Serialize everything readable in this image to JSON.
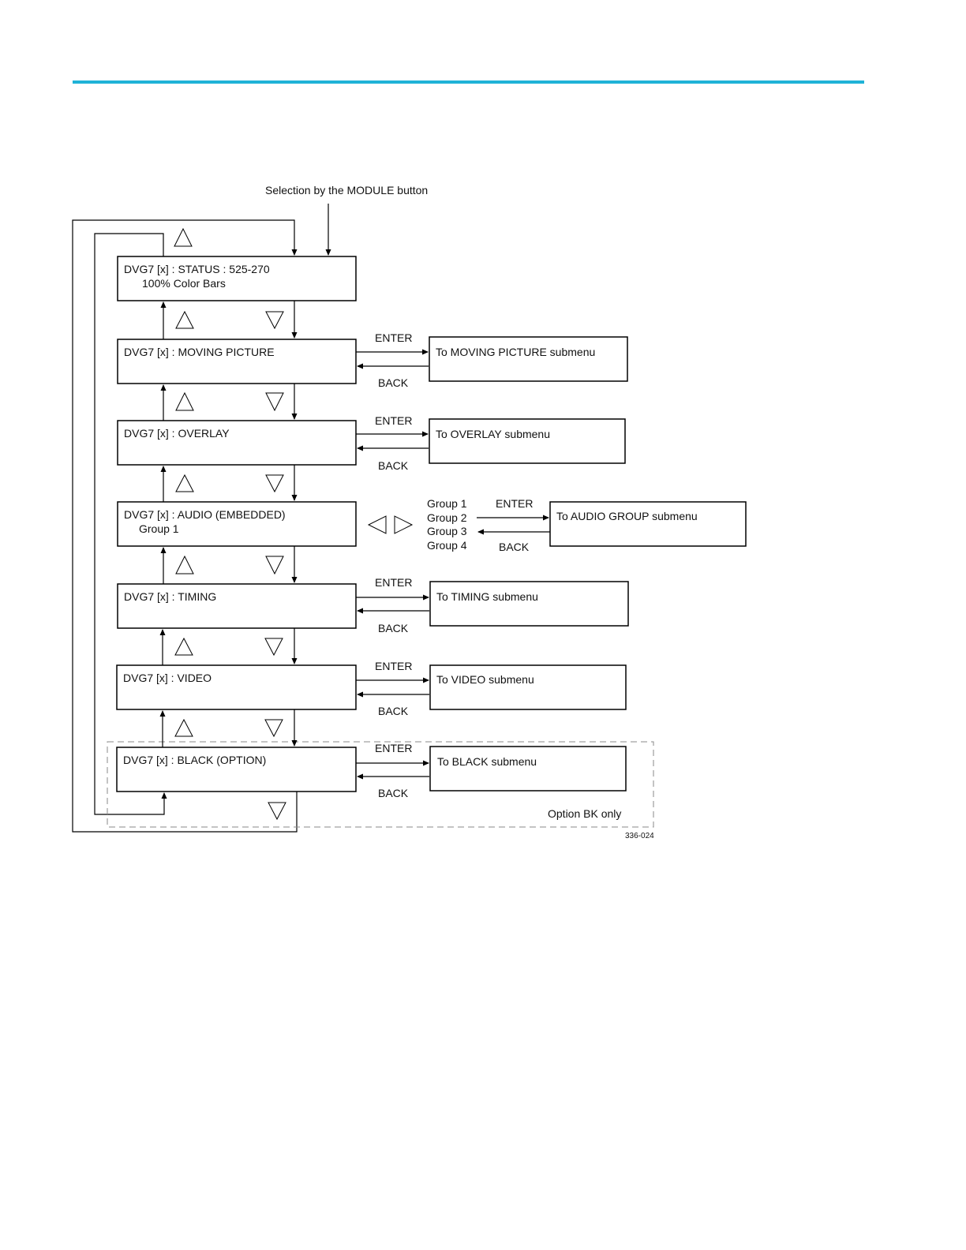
{
  "header": {
    "rule_color": "#1fb2d7"
  },
  "diagram": {
    "entry_label": "Selection by the MODULE button",
    "menu_items": [
      {
        "line1": "DVG7 [x] : STATUS : 525-270",
        "line2": "100% Color Bars"
      },
      {
        "line1": "DVG7 [x] : MOVING PICTURE",
        "line2": ""
      },
      {
        "line1": "DVG7 [x] : OVERLAY",
        "line2": ""
      },
      {
        "line1": "DVG7 [x] : AUDIO (EMBEDDED)",
        "line2": "Group 1"
      },
      {
        "line1": "DVG7 [x] : TIMING",
        "line2": ""
      },
      {
        "line1": "DVG7 [x] : VIDEO",
        "line2": ""
      },
      {
        "line1": "DVG7 [x] : BLACK (OPTION)",
        "line2": ""
      }
    ],
    "submenus": [
      {
        "label": "To MOVING PICTURE submenu",
        "enter": "ENTER",
        "back": "BACK"
      },
      {
        "label": "To OVERLAY submenu",
        "enter": "ENTER",
        "back": "BACK"
      },
      {
        "label": "To AUDIO GROUP submenu",
        "enter": "ENTER",
        "back": "BACK"
      },
      {
        "label": "To TIMING submenu",
        "enter": "ENTER",
        "back": "BACK"
      },
      {
        "label": "To VIDEO submenu",
        "enter": "ENTER",
        "back": "BACK"
      },
      {
        "label": "To BLACK submenu",
        "enter": "ENTER",
        "back": "BACK"
      }
    ],
    "audio_groups": [
      "Group 1",
      "Group 2",
      "Group 3",
      "Group 4"
    ],
    "option_note": "Option BK only",
    "figure_id": "336-024"
  }
}
